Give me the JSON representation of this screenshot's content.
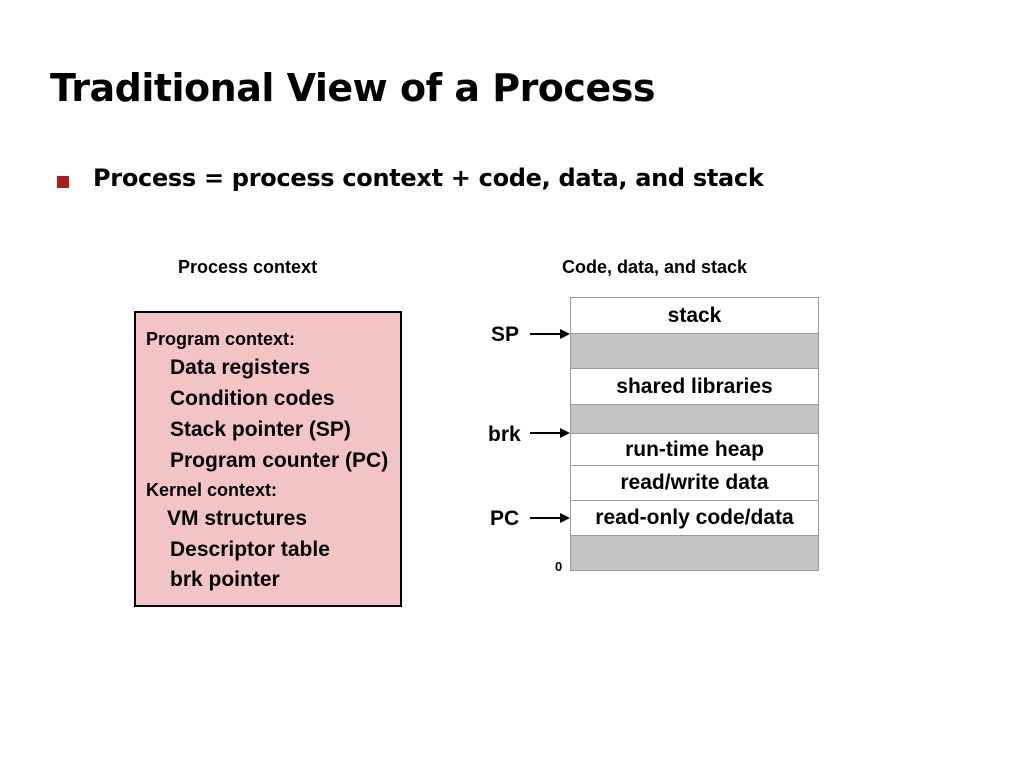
{
  "slide": {
    "title": "Traditional View of a Process",
    "bullet": "Process = process context + code, data, and stack"
  },
  "colors": {
    "bullet": "#b01c1c",
    "context_fill": "#f2c4c6",
    "segment_gray": "#c3c3c3"
  },
  "context": {
    "header": "Process context",
    "program_section": "Program context:",
    "program_items": [
      "Data registers",
      "Condition codes",
      "Stack pointer (SP)",
      "Program counter (PC)"
    ],
    "kernel_section": "Kernel context:",
    "kernel_items": [
      "VM structures",
      "Descriptor table",
      "brk pointer"
    ]
  },
  "memory": {
    "header": "Code, data, and stack",
    "segments": [
      "stack",
      "",
      "shared libraries",
      "",
      "run-time heap",
      "read/write data",
      "read-only code/data",
      ""
    ],
    "pointers": [
      "SP",
      "brk",
      "PC"
    ],
    "bottom_address": "0"
  }
}
